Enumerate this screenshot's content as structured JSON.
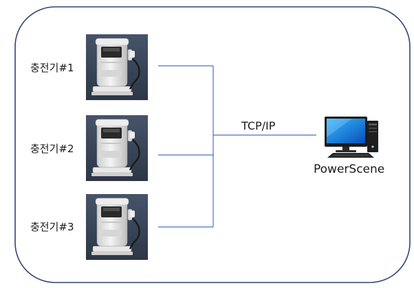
{
  "chargers": [
    {
      "label": "충전기#1"
    },
    {
      "label": "충전기#2"
    },
    {
      "label": "충전기#3"
    }
  ],
  "link": {
    "label": "TCP/IP"
  },
  "server": {
    "label": "PowerScene",
    "icon": "desktop-computer-icon"
  },
  "colors": {
    "frame": "#2f4670",
    "wire": "#4a72c4",
    "tile": "#3d4a5c",
    "pump_body": "#e3e3e3",
    "screen": "#2a2a2a"
  }
}
